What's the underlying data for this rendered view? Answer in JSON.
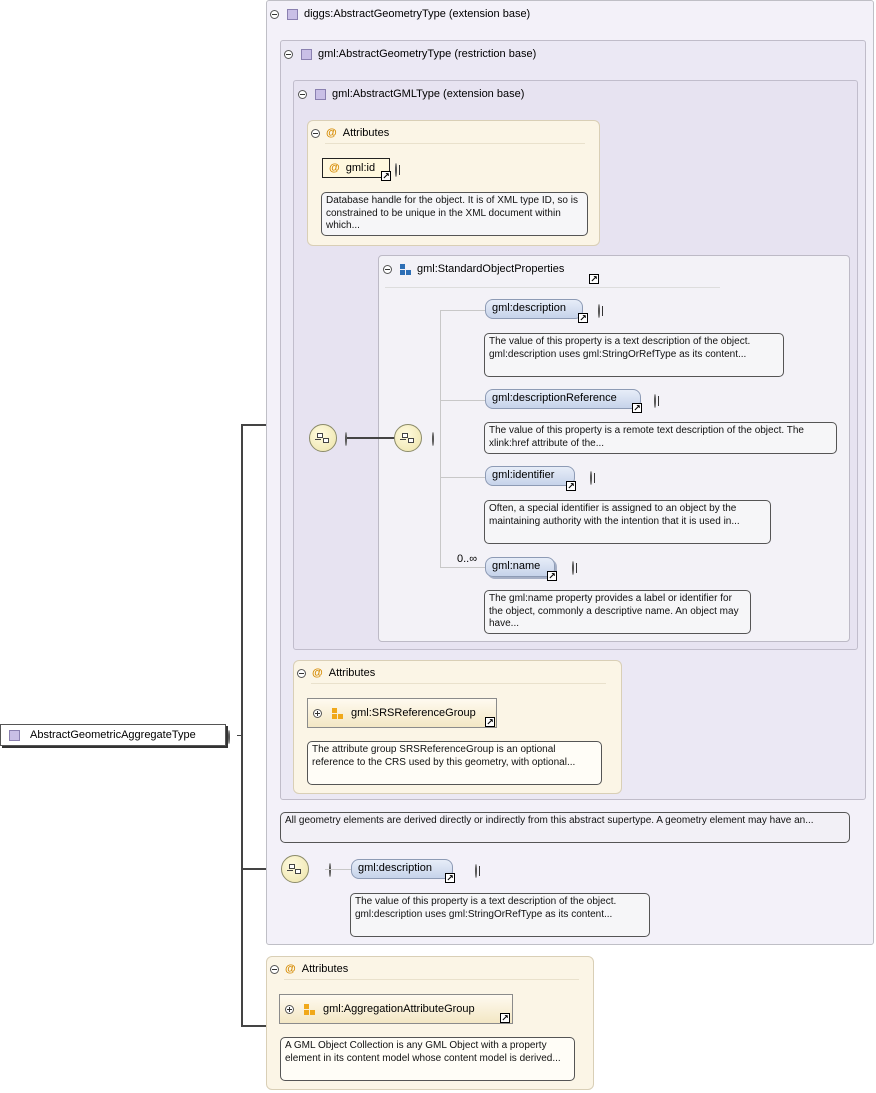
{
  "root": {
    "label": "AbstractGeometricAggregateType"
  },
  "type1": {
    "label": "diggs:AbstractGeometryType (extension base)"
  },
  "type2": {
    "label": "gml:AbstractGeometryType (restriction base)"
  },
  "type3": {
    "label": "gml:AbstractGMLType (extension base)"
  },
  "attributes_label": "Attributes",
  "gml_id": {
    "label": "gml:id",
    "doc": "Database handle for the object. It is of XML type ID, so is constrained to be unique in the XML document within which..."
  },
  "standard_props": {
    "label": "gml:StandardObjectProperties",
    "elements": [
      {
        "label": "gml:description",
        "doc": "The value of this property is a text description of the object. gml:description uses gml:StringOrRefType as its content..."
      },
      {
        "label": "gml:descriptionReference",
        "doc": "The value of this property is a remote text description of the object. The xlink:href attribute of the..."
      },
      {
        "label": "gml:identifier",
        "doc": "Often, a special identifier is assigned to an object by the maintaining authority with the intention that it is used in..."
      },
      {
        "label": "gml:name",
        "doc": "The gml:name property provides a label or identifier for the object, commonly a descriptive name. An object may have...",
        "cardinality": "0..∞"
      }
    ]
  },
  "srs_group": {
    "label": "gml:SRSReferenceGroup",
    "doc": "The attribute group SRSReferenceGroup is an optional reference to the CRS used by this geometry, with optional..."
  },
  "geometry_doc": "All geometry elements are derived directly or indirectly from this abstract supertype. A geometry element may have an...",
  "diggs_description": {
    "label": "gml:description",
    "doc": "The value of this property is a text description of the object. gml:description uses gml:StringOrRefType as its content..."
  },
  "aggregation_group": {
    "label": "gml:AggregationAttributeGroup",
    "doc": "A GML Object Collection is any GML Object with a property element in its content model whose content model is derived..."
  },
  "icons": {
    "toggle_minus": "collapse-icon",
    "toggle_plus": "expand-icon",
    "type": "complex-type-icon",
    "attribute": "attribute-icon",
    "group": "group-icon",
    "sequence": "sequence-icon",
    "reference": "reference-arrow-icon"
  }
}
